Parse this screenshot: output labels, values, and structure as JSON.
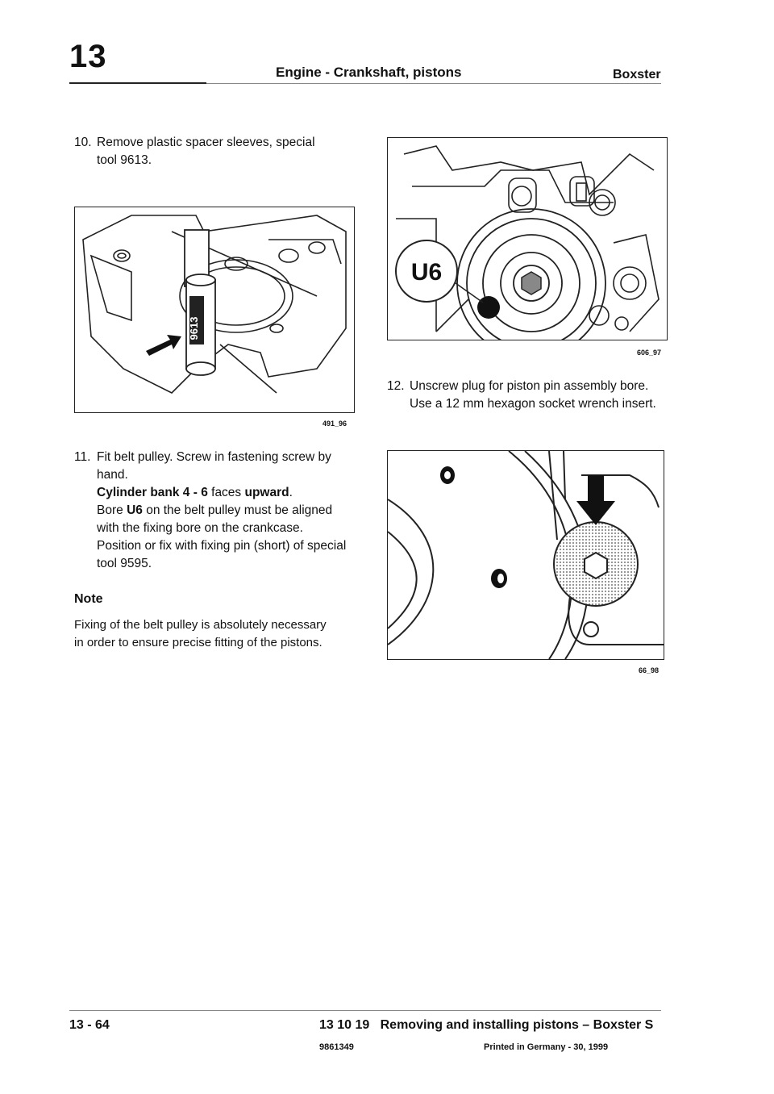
{
  "header": {
    "chapter": "13",
    "title": "Engine - Crankshaft, pistons",
    "model": "Boxster"
  },
  "left": {
    "step10": {
      "num": "10.",
      "line1": "Remove plastic spacer sleeves, special",
      "line2": "tool 9613."
    },
    "fig1": {
      "caption": "491_96",
      "tool_label": "9613"
    },
    "step11": {
      "num": "11.",
      "l1": "Fit belt pulley. Screw in fastening screw by",
      "l2": "hand.",
      "l3_bold": "Cylinder bank 4 - 6",
      "l3_mid": " faces ",
      "l3_bold2": "upward",
      "l3_end": ".",
      "l4_pre": "Bore ",
      "l4_bold": "U6",
      "l4_post": " on the belt pulley must be aligned",
      "l5": "with the fixing bore on the crankcase.",
      "l6": "Position or fix with fixing pin (short) of special",
      "l7": "tool 9595."
    },
    "note": {
      "heading": "Note",
      "l1": "Fixing of the belt pulley is absolutely necessary",
      "l2": "in order to ensure precise fitting of the pistons."
    }
  },
  "right": {
    "fig2": {
      "caption": "606_97",
      "callout": "U6"
    },
    "step12": {
      "num": "12.",
      "l1": "Unscrew plug for piston pin assembly bore.",
      "l2": "Use a 12 mm hexagon socket wrench insert."
    },
    "fig3": {
      "caption": "66_98"
    }
  },
  "footer": {
    "page": "13 - 64",
    "title": "13 10 19   Removing and installing pistons – Boxster S",
    "doc": "9861349",
    "printed": "Printed in Germany - 30, 1999"
  }
}
